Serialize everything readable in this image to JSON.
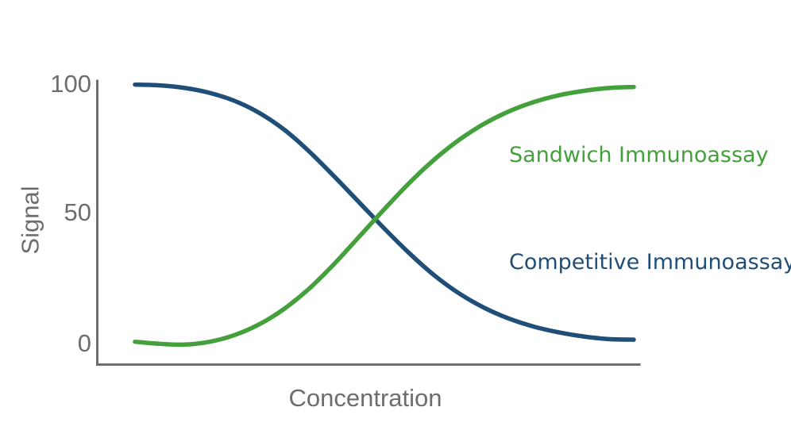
{
  "chart_data": {
    "type": "line",
    "title": "",
    "subtitle": "",
    "xlabel": "Concentration",
    "ylabel": "Signal",
    "grid": false,
    "legend_position": "inline-annotation-right",
    "x_tick_labels": [],
    "y_tick_labels": [
      "0",
      "50",
      "100"
    ],
    "y_ticks": [
      0,
      50,
      100
    ],
    "ylim": [
      -4,
      104
    ],
    "xlim": [
      0,
      1
    ],
    "annotations": [
      {
        "text": "Sandwich Immunoassay",
        "color": "#43A03B",
        "series": "sandwich"
      },
      {
        "text": "Competitive Immunoassay",
        "color": "#1F4E79",
        "series": "competitive"
      }
    ],
    "series": [
      {
        "name": "Competitive Immunoassay",
        "color": "#1F4E79",
        "shape": "descending-sigmoid",
        "x": [
          0.0,
          0.05,
          0.1,
          0.15,
          0.2,
          0.25,
          0.3,
          0.35,
          0.4,
          0.45,
          0.5,
          0.55,
          0.6,
          0.65,
          0.7,
          0.75,
          0.8,
          0.85,
          0.9,
          0.95,
          1.0
        ],
        "values": [
          99.5,
          99.2,
          98.2,
          96.3,
          93.2,
          88.5,
          82.0,
          73.6,
          64.0,
          54.0,
          44.0,
          34.5,
          26.0,
          19.0,
          13.5,
          9.3,
          6.2,
          4.0,
          2.4,
          1.4,
          1.2
        ]
      },
      {
        "name": "Sandwich Immunoassay",
        "color": "#43A03B",
        "shape": "ascending-sigmoid",
        "x": [
          0.0,
          0.05,
          0.1,
          0.15,
          0.2,
          0.25,
          0.3,
          0.35,
          0.4,
          0.45,
          0.5,
          0.55,
          0.6,
          0.65,
          0.7,
          0.75,
          0.8,
          0.85,
          0.9,
          0.95,
          1.0
        ],
        "values": [
          0.4,
          -0.4,
          -0.7,
          0.4,
          3.0,
          7.2,
          13.2,
          21.0,
          30.5,
          41.0,
          51.5,
          61.6,
          70.6,
          78.2,
          84.4,
          89.2,
          92.8,
          95.4,
          97.1,
          98.2,
          98.6
        ]
      }
    ],
    "crossover": {
      "x": 0.525,
      "signal": 50
    }
  },
  "axis": {
    "y_tick_0": "0",
    "y_tick_50": "50",
    "y_tick_100": "100",
    "x_title": "Concentration",
    "y_title": "Signal",
    "axis_color": "#6E6E6E",
    "label_color": "#6D6D6D"
  },
  "labels": {
    "sandwich": "Sandwich Immunoassay",
    "competitive": "Competitive Immunoassay"
  },
  "colors": {
    "navy": "#1F4E79",
    "green": "#43A03B",
    "gray": "#6E6E6E",
    "background": "#FFFFFF"
  }
}
